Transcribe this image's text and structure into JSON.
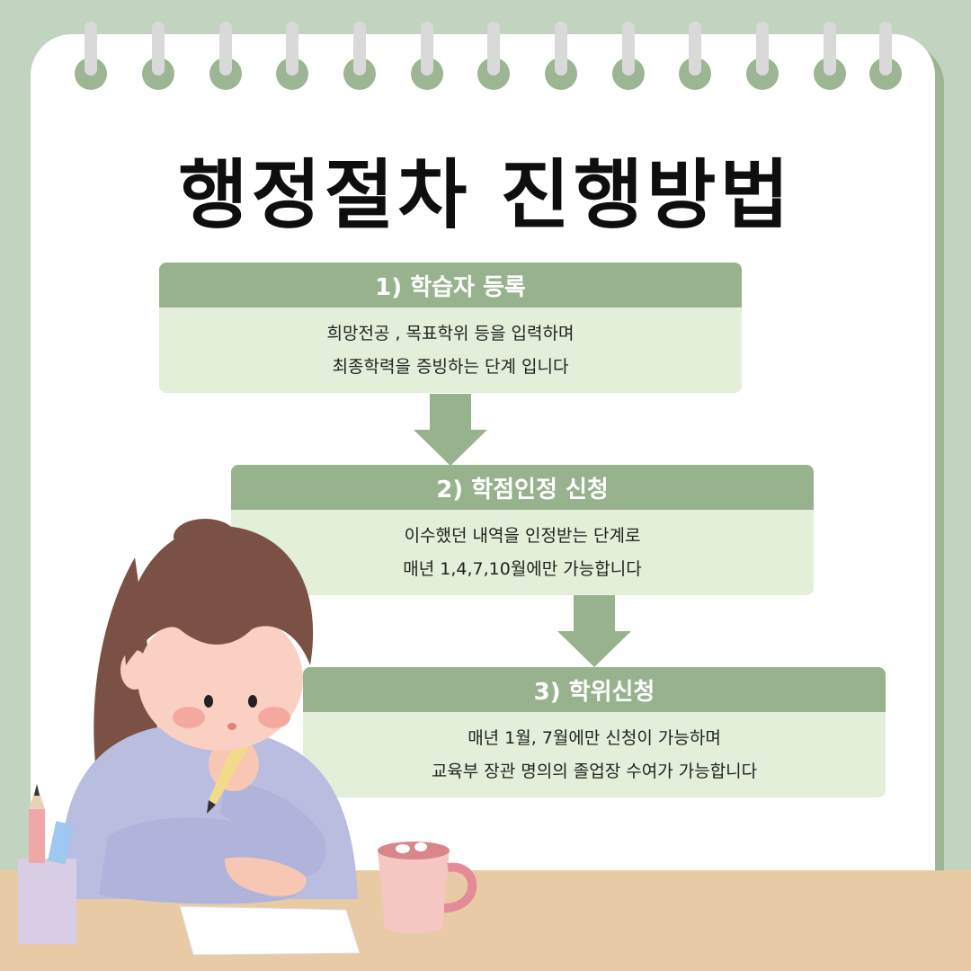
{
  "title": "행정절차 진행방법",
  "steps": [
    {
      "heading": "1) 학습자 등록",
      "lines": [
        "희망전공 , 목표학위 등을 입력하며",
        "최종학력을 증빙하는 단계 입니다"
      ]
    },
    {
      "heading": "2) 학점인정 신청",
      "lines": [
        "이수했던 내역을 인정받는 단계로",
        "매년 1,4,7,10월에만 가능합니다"
      ]
    },
    {
      "heading": "3) 학위신청",
      "lines": [
        "매년 1월, 7월에만 신청이 가능하며",
        "교육부 장관 명의의 졸업장 수여가 가능합니다"
      ]
    }
  ],
  "colors": {
    "background": "#c2d3c0",
    "accent": "#97b38e",
    "step_body": "#e3efd8",
    "desk": "#e8caa5"
  }
}
